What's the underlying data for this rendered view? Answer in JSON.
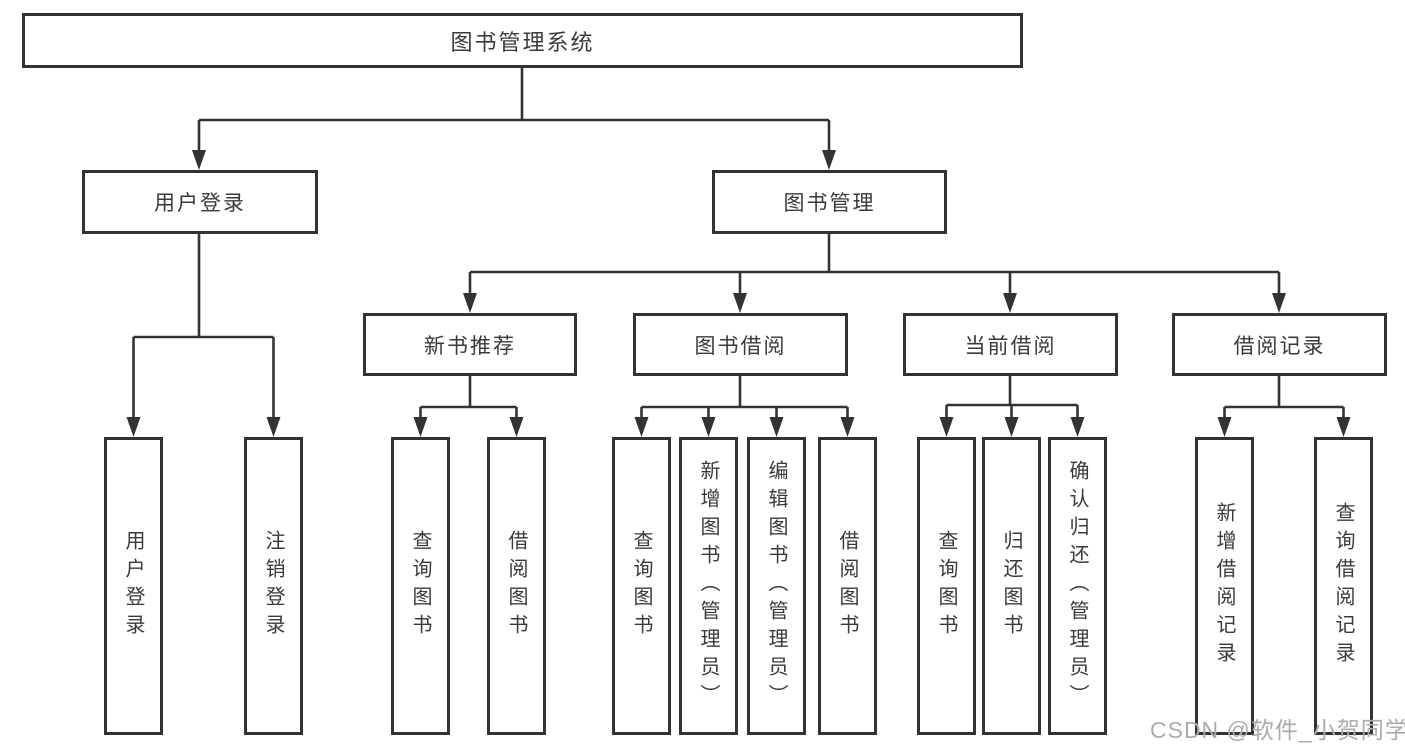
{
  "colors": {
    "line": "#333333",
    "text": "#3a3a3a",
    "watermark": "#ababab",
    "background": "#ffffff"
  },
  "watermark": {
    "text": "CSDN @软件_小贺同学"
  },
  "tree": {
    "root": {
      "label": "图书管理系统"
    },
    "branches": [
      {
        "label": "用户登录",
        "children": [
          {
            "label": "用户登录"
          },
          {
            "label": "注销登录"
          }
        ]
      },
      {
        "label": "图书管理",
        "children": [
          {
            "label": "新书推荐",
            "children": [
              {
                "label": "查询图书"
              },
              {
                "label": "借阅图书"
              }
            ]
          },
          {
            "label": "图书借阅",
            "children": [
              {
                "label": "查询图书"
              },
              {
                "label": "新增图书（管理员）"
              },
              {
                "label": "编辑图书（管理员）"
              },
              {
                "label": "借阅图书"
              }
            ]
          },
          {
            "label": "当前借阅",
            "children": [
              {
                "label": "查询图书"
              },
              {
                "label": "归还图书"
              },
              {
                "label": "确认归还（管理员）"
              }
            ]
          },
          {
            "label": "借阅记录",
            "children": [
              {
                "label": "新增借阅记录"
              },
              {
                "label": "查询借阅记录"
              }
            ]
          }
        ]
      }
    ]
  }
}
